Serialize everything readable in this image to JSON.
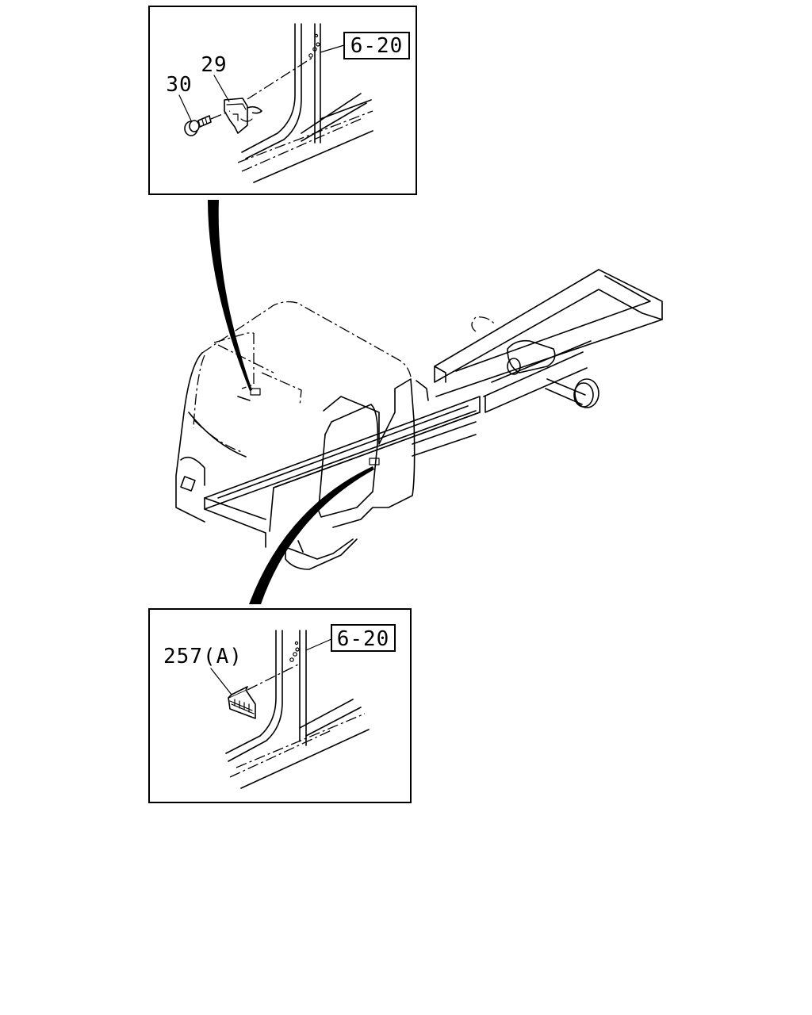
{
  "callouts": {
    "top": {
      "reference_label": "6-20",
      "parts": [
        {
          "number": "29",
          "name": "clip"
        },
        {
          "number": "30",
          "name": "bolt"
        }
      ]
    },
    "bottom": {
      "reference_label": "6-20",
      "parts": [
        {
          "number": "257(A)",
          "name": "lamp"
        }
      ]
    }
  },
  "icons": [
    "truck-cab-chassis-icon",
    "clip-icon",
    "bolt-icon",
    "lamp-icon",
    "leader-line-icon"
  ]
}
